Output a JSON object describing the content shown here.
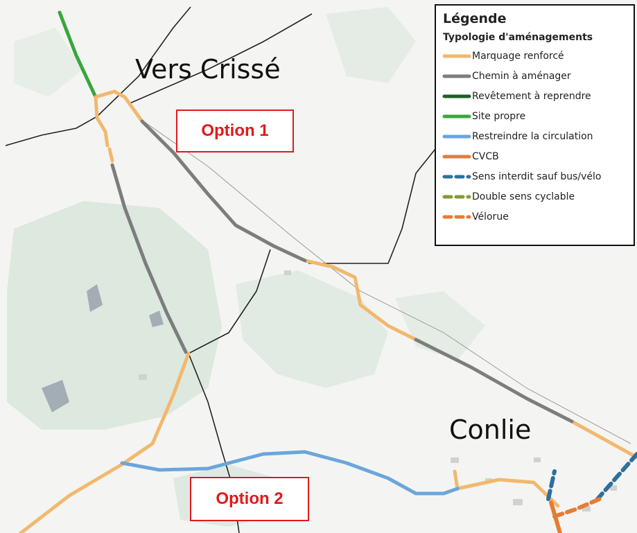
{
  "places": {
    "north": "Vers Crissé",
    "east": "Conlie"
  },
  "options": {
    "option1": "Option 1",
    "option2": "Option 2"
  },
  "legend": {
    "title": "Légende",
    "subtitle": "Typologie d'aménagements",
    "items": [
      {
        "label": "Marquage renforcé",
        "color": "#f2b86f",
        "style": "solid"
      },
      {
        "label": "Chemin à aménager",
        "color": "#7d7d7d",
        "style": "solid"
      },
      {
        "label": "Revêtement à reprendre",
        "color": "#1f5e26",
        "style": "solid"
      },
      {
        "label": "Site propre",
        "color": "#3aa63d",
        "style": "solid"
      },
      {
        "label": "Restreindre la circulation",
        "color": "#6aa6dc",
        "style": "solid"
      },
      {
        "label": "CVCB",
        "color": "#e57c35",
        "style": "solid"
      },
      {
        "label": "Sens interdit sauf bus/vélo",
        "color": "#2e6f9c",
        "style": "dashed"
      },
      {
        "label": "Double sens cyclable",
        "color": "#7f9d33",
        "style": "dashed"
      },
      {
        "label": "Vélorue",
        "color": "#e57c35",
        "style": "dashed"
      }
    ]
  },
  "colors": {
    "background": "#f4f5f2",
    "woodland": "#dde8df",
    "water": "#a3adb5",
    "road": "#222222",
    "option_border": "#e01a1a"
  }
}
